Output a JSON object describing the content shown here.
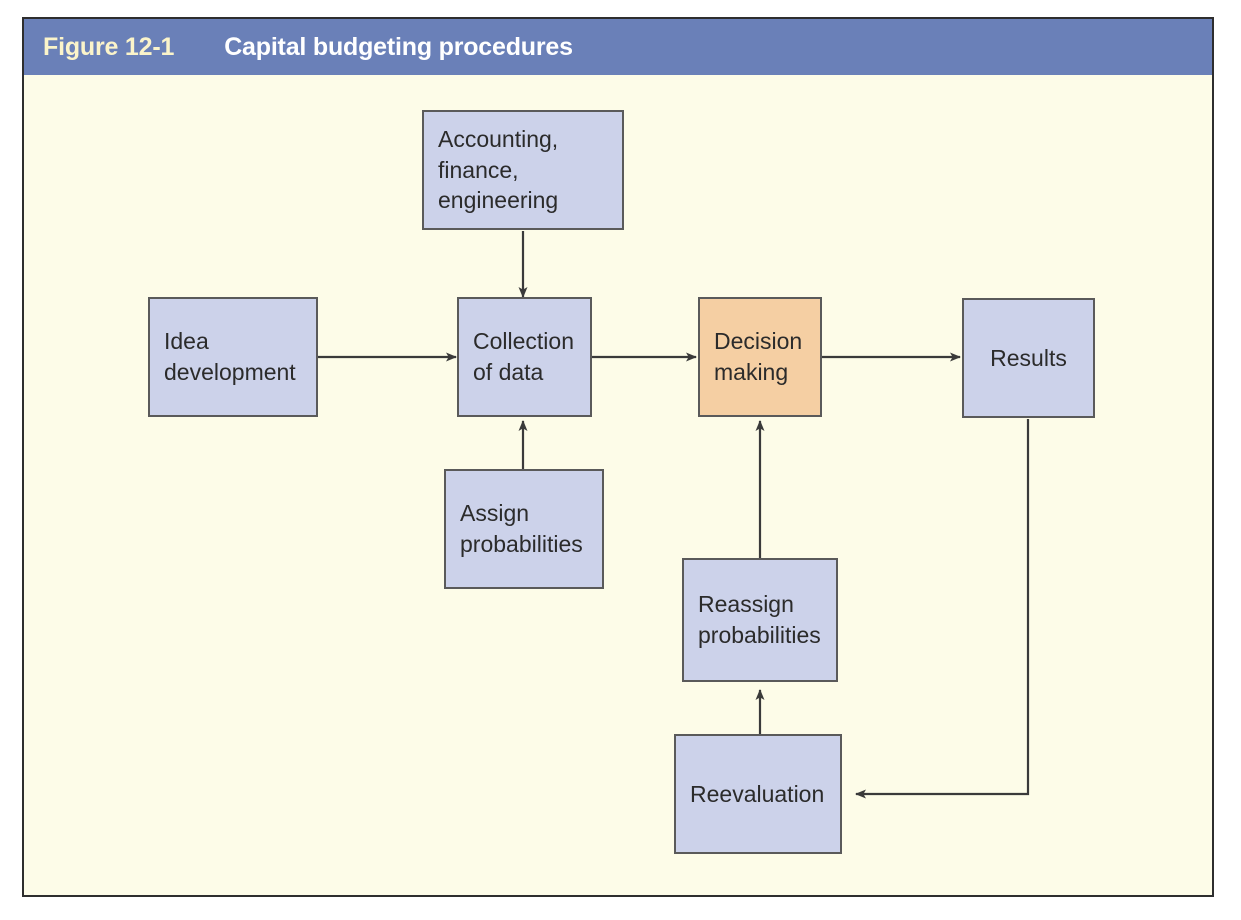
{
  "figure": {
    "number": "Figure 12-1",
    "title": "Capital budgeting procedures"
  },
  "colors": {
    "header_bar": "#6a80b8",
    "figure_number_text": "#fbf4ca",
    "title_text": "#ffffff",
    "canvas_background": "#fdfce8",
    "node_fill": "#ccd2ea",
    "node_accent_fill": "#f5cfa3",
    "node_border": "#5a5a5a",
    "connector": "#3a3a3a",
    "frame_border": "#2e2e2e"
  },
  "diagram": {
    "type": "flowchart",
    "nodes": [
      {
        "id": "accounting-finance-engineering",
        "label": "Accounting,\nfinance,\nengineering",
        "accent": false,
        "align": "left"
      },
      {
        "id": "idea-development",
        "label": "Idea\ndevelopment",
        "accent": false,
        "align": "left"
      },
      {
        "id": "collection-of-data",
        "label": "Collection\nof data",
        "accent": false,
        "align": "left"
      },
      {
        "id": "decision-making",
        "label": "Decision\nmaking",
        "accent": true,
        "align": "left"
      },
      {
        "id": "results",
        "label": "Results",
        "accent": false,
        "align": "center"
      },
      {
        "id": "assign-probabilities",
        "label": "Assign\nprobabilities",
        "accent": false,
        "align": "left"
      },
      {
        "id": "reassign-probabilities",
        "label": "Reassign\nprobabilities",
        "accent": false,
        "align": "left"
      },
      {
        "id": "reevaluation",
        "label": "Reevaluation",
        "accent": false,
        "align": "left"
      }
    ],
    "edges": [
      {
        "from": "accounting-finance-engineering",
        "to": "collection-of-data",
        "direction": "down"
      },
      {
        "from": "idea-development",
        "to": "collection-of-data",
        "direction": "right"
      },
      {
        "from": "assign-probabilities",
        "to": "collection-of-data",
        "direction": "up"
      },
      {
        "from": "collection-of-data",
        "to": "decision-making",
        "direction": "right"
      },
      {
        "from": "decision-making",
        "to": "results",
        "direction": "right"
      },
      {
        "from": "reassign-probabilities",
        "to": "decision-making",
        "direction": "up"
      },
      {
        "from": "reevaluation",
        "to": "reassign-probabilities",
        "direction": "up"
      },
      {
        "from": "results",
        "to": "reevaluation",
        "direction": "down-left"
      }
    ]
  }
}
